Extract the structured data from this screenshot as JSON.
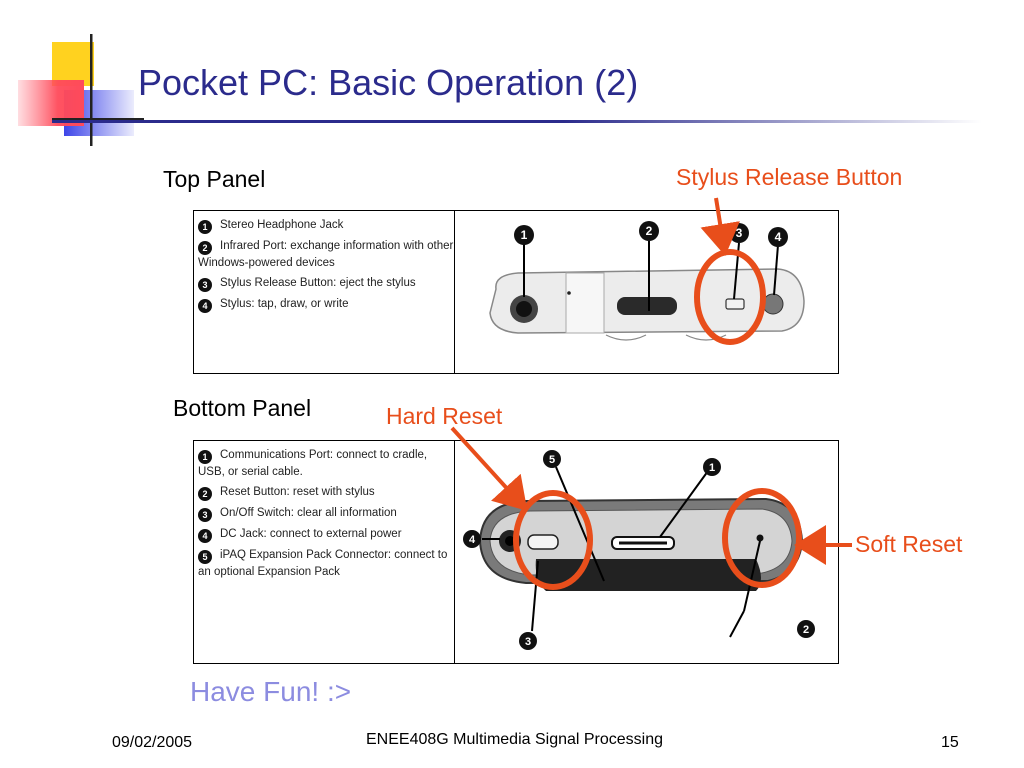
{
  "slide": {
    "title": "Pocket PC: Basic Operation (2)",
    "top_panel_label": "Top Panel",
    "bottom_panel_label": "Bottom Panel",
    "callouts": {
      "stylus_release": "Stylus Release Button",
      "hard_reset": "Hard Reset",
      "soft_reset": "Soft Reset"
    },
    "top_legend": [
      {
        "num": "1",
        "text": "Stereo Headphone Jack"
      },
      {
        "num": "2",
        "text": "Infrared Port: exchange information with other Windows-powered devices"
      },
      {
        "num": "3",
        "text": "Stylus Release Button: eject the stylus"
      },
      {
        "num": "4",
        "text": "Stylus: tap, draw, or write"
      }
    ],
    "bottom_legend": [
      {
        "num": "1",
        "text": "Communications Port: connect to cradle, USB, or serial cable."
      },
      {
        "num": "2",
        "text": "Reset Button: reset with stylus"
      },
      {
        "num": "3",
        "text": "On/Off Switch: clear all information"
      },
      {
        "num": "4",
        "text": "DC Jack: connect to external power"
      },
      {
        "num": "5",
        "text": "iPAQ Expansion Pack Connector: connect to an optional Expansion Pack"
      }
    ],
    "top_device_markers": [
      "1",
      "2",
      "3",
      "4"
    ],
    "bottom_device_markers": [
      "1",
      "2",
      "3",
      "4",
      "5"
    ],
    "closing_text": "Have Fun!  :>",
    "footer": {
      "date": "09/02/2005",
      "course": "ENEE408G Multimedia Signal Processing",
      "page": "15"
    },
    "colors": {
      "title": "#2b2b8c",
      "callout": "#e84e1b",
      "closing": "#8c8ce0"
    }
  }
}
